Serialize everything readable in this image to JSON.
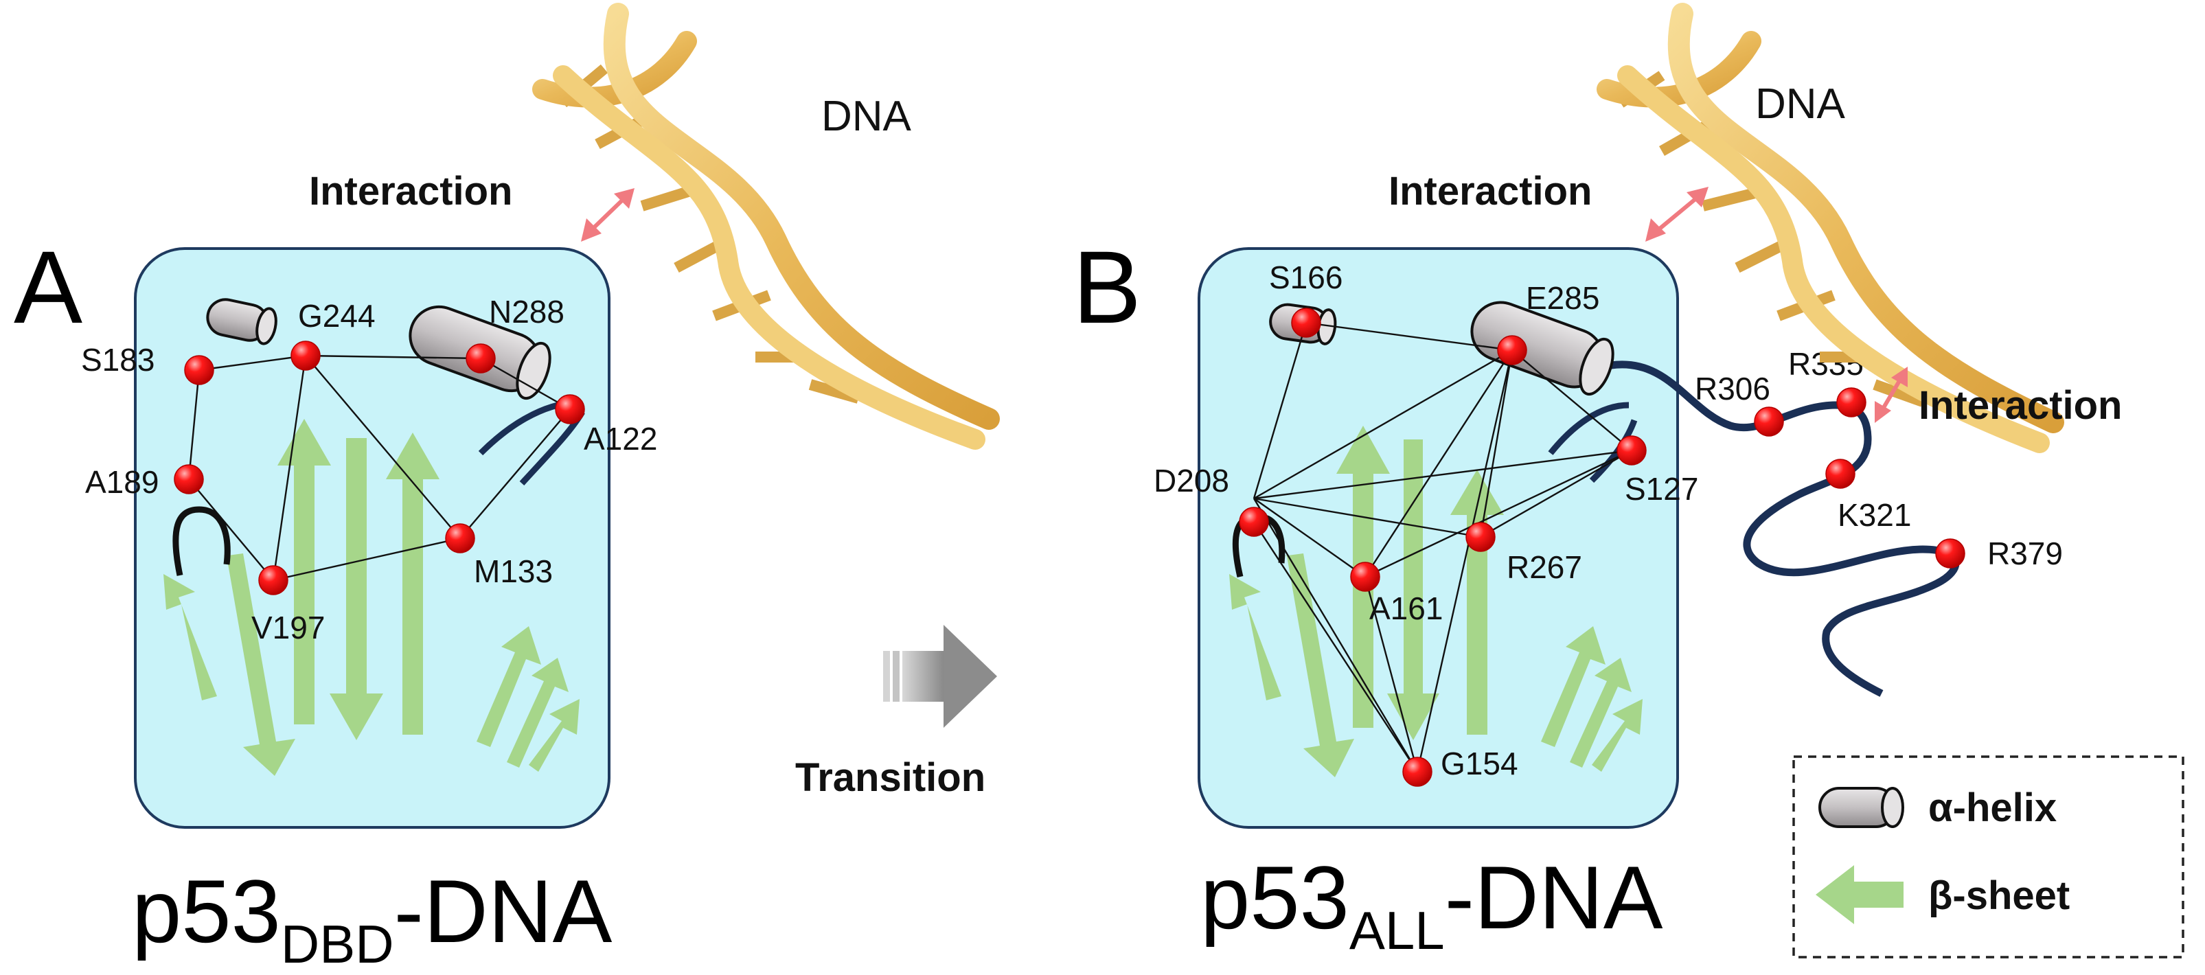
{
  "panel_a": {
    "letter": "A",
    "caption_main": "p53",
    "caption_sub": "DBD",
    "caption_tail": "-DNA",
    "dna_label": "DNA",
    "interaction_label": "Interaction",
    "residues": [
      "S183",
      "G244",
      "N288",
      "A122",
      "A189",
      "V197",
      "M133"
    ]
  },
  "panel_b": {
    "letter": "B",
    "caption_main": "p53",
    "caption_sub": "ALL",
    "caption_tail": "-DNA",
    "dna_label": "DNA",
    "interaction_label": "Interaction",
    "interaction_label_2": "Interaction",
    "residues": [
      "S166",
      "E285",
      "D208",
      "S127",
      "A161",
      "R267",
      "G154",
      "R306",
      "R335",
      "K321",
      "R379"
    ]
  },
  "transition_label": "Transition",
  "legend": {
    "helix_label": "α-helix",
    "sheet_label": "β-sheet"
  },
  "colors": {
    "domain_fill": "#c9f3f9",
    "helix": "#c8c4c6",
    "sheet": "#a6d68a",
    "dna": "#e9b95a",
    "arrow_interaction": "#f07a80",
    "node": "#e00000",
    "tail": "#1a2f55"
  }
}
